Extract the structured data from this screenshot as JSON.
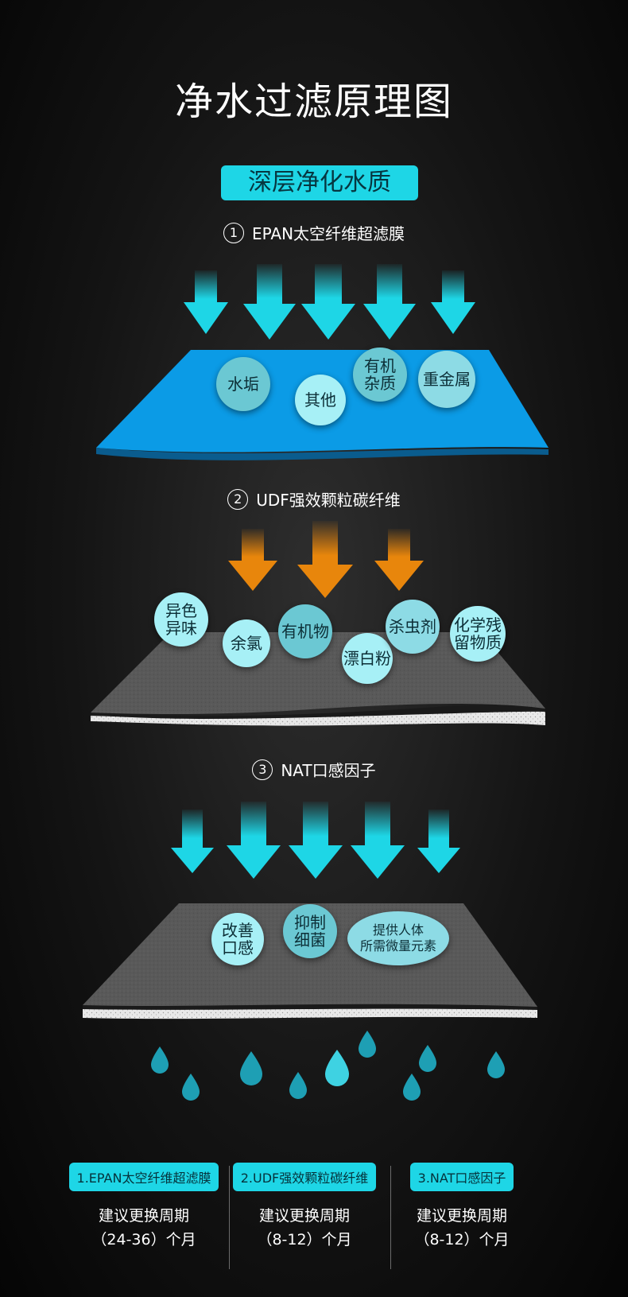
{
  "title": "净水过滤原理图",
  "badge": "深层净化水质",
  "steps": [
    {
      "num": "1",
      "label": "EPAN太空纤维超滤膜",
      "bubbles": [
        "水垢",
        "其他",
        "有机\n杂质",
        "重金属"
      ]
    },
    {
      "num": "2",
      "label": "UDF强效颗粒碳纤维",
      "bubbles": [
        "异色\n异味",
        "余氯",
        "有机物",
        "漂白粉",
        "杀虫剂",
        "化学残\n留物质"
      ]
    },
    {
      "num": "3",
      "label": "NAT口感因子",
      "bubbles": [
        "改善\n口感",
        "抑制\n细菌",
        "提供人体\n所需微量元素"
      ]
    }
  ],
  "replacement": [
    {
      "tag": "1.EPAN太空纤维超滤膜",
      "line1": "建议更换周期",
      "line2": "（24-36）个月"
    },
    {
      "tag": "2.UDF强效颗粒碳纤维",
      "line1": "建议更换周期",
      "line2": "（8-12）个月"
    },
    {
      "tag": "3.NAT口感因子",
      "line1": "建议更换周期",
      "line2": "（8-12）个月"
    }
  ],
  "colors": {
    "accent": "#1ed6e6",
    "blue_layer": "#0b9be6",
    "carbon": "#5a5a5a",
    "orange": "#e8860c"
  },
  "icons": [
    "down-arrow-icon",
    "water-drop-icon"
  ]
}
